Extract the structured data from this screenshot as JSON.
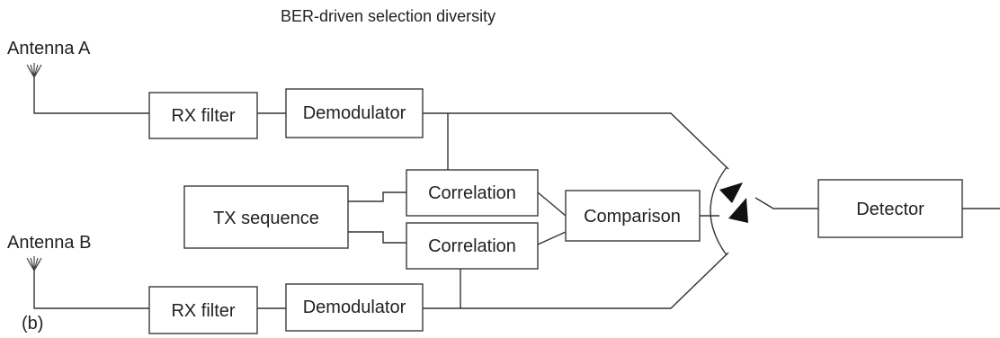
{
  "title": "BER-driven selection diversity",
  "antenna_a": "Antenna A",
  "antenna_b": "Antenna B",
  "panel_label": "(b)",
  "blocks": {
    "rx_filter_a": "RX filter",
    "demodulator_a": "Demodulator",
    "rx_filter_b": "RX filter",
    "demodulator_b": "Demodulator",
    "tx_sequence": "TX sequence",
    "correlation_a": "Correlation",
    "correlation_b": "Correlation",
    "comparison": "Comparison",
    "detector": "Detector"
  }
}
